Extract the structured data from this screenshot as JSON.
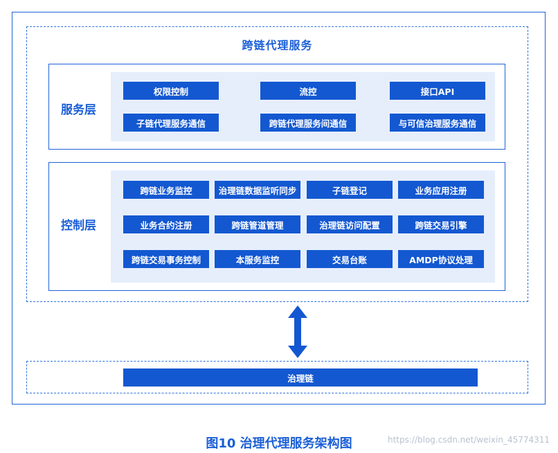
{
  "title": "跨链代理服务",
  "service_layer": {
    "label": "服务层",
    "items": [
      "权限控制",
      "流控",
      "接口API",
      "子链代理服务通信",
      "跨链代理服务间通信",
      "与可信治理服务通信"
    ]
  },
  "control_layer": {
    "label": "控制层",
    "items": [
      "跨链业务监控",
      "治理链数据监听同步",
      "子链登记",
      "业务应用注册",
      "业务合约注册",
      "跨链管道管理",
      "治理链访问配置",
      "跨链交易引擎",
      "跨链交易事务控制",
      "本服务监控",
      "交易台账",
      "AMDP协议处理"
    ]
  },
  "governance_chain": "治理链",
  "caption": "图10 治理代理服务架构图",
  "watermark": "https://blog.csdn.net/weixin_45774311",
  "colors": {
    "primary": "#1358d1",
    "inner_bg": "#e6eefc",
    "border": "#1f63d6"
  }
}
